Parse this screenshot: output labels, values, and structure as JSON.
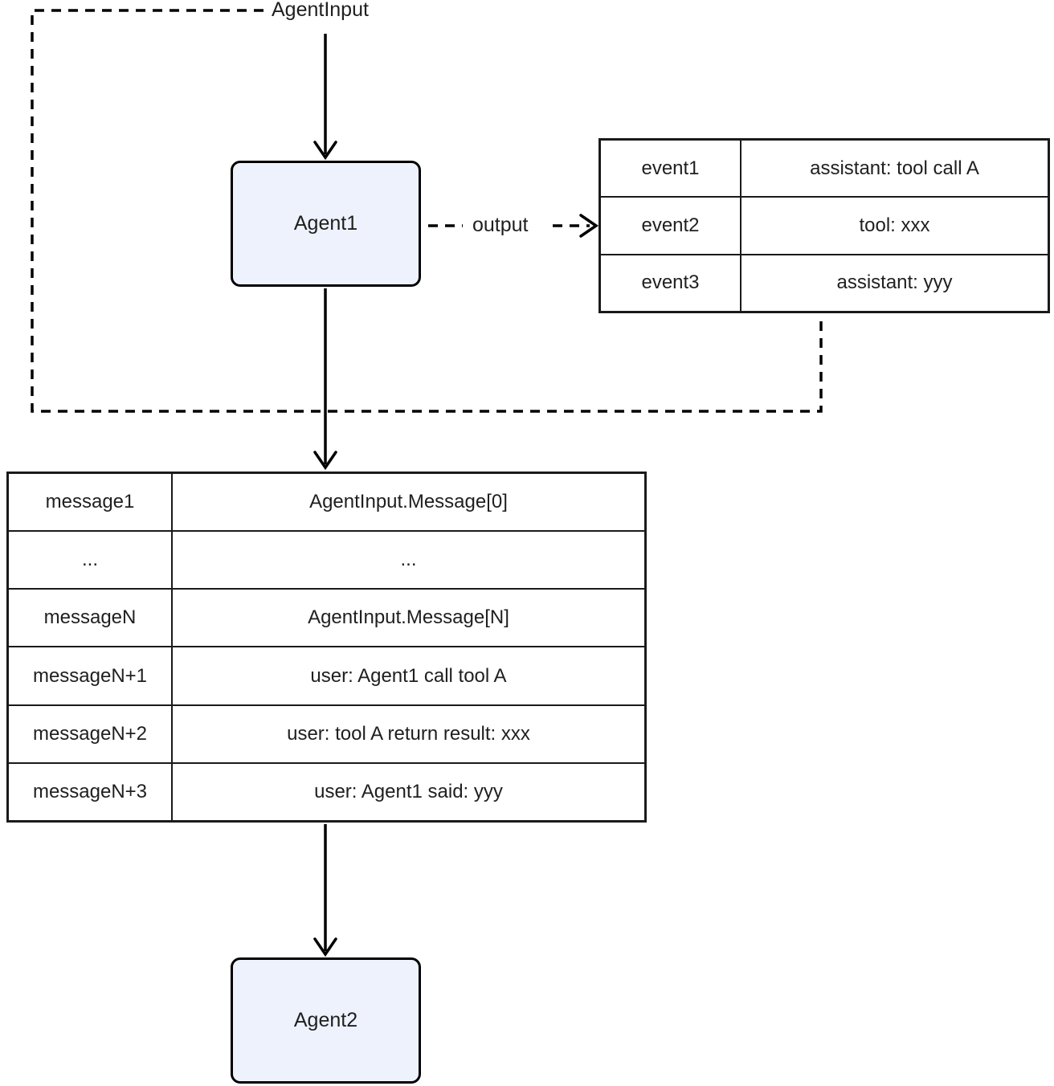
{
  "diagram": {
    "agent_input_label": "AgentInput",
    "output_label": "output",
    "agent1": {
      "label": "Agent1"
    },
    "agent2": {
      "label": "Agent2"
    },
    "events_table": {
      "rows": [
        {
          "key": "event1",
          "value": "assistant: tool call A"
        },
        {
          "key": "event2",
          "value": "tool: xxx"
        },
        {
          "key": "event3",
          "value": "assistant: yyy"
        }
      ]
    },
    "messages_table": {
      "rows": [
        {
          "key": "message1",
          "value": "AgentInput.Message[0]"
        },
        {
          "key": "...",
          "value": "..."
        },
        {
          "key": "messageN",
          "value": "AgentInput.Message[N]"
        },
        {
          "key": "messageN+1",
          "value": "user: Agent1 call tool A"
        },
        {
          "key": "messageN+2",
          "value": "user: tool A return result: xxx"
        },
        {
          "key": "messageN+3",
          "value": "user: Agent1 said: yyy"
        }
      ]
    },
    "colors": {
      "node_fill": "#edf2fc",
      "node_border": "#000000",
      "line": "#000000",
      "table_border": "#1a1a1a",
      "text": "#1f1f1f"
    }
  }
}
